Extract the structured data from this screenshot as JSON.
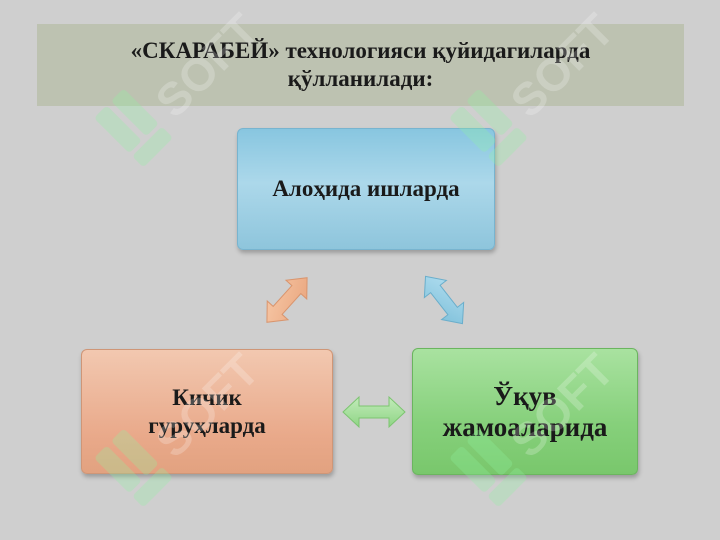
{
  "title": {
    "line1": "«СКАРАБЕЙ» технологияси қуйидагиларда",
    "line2": "қўлланилади:"
  },
  "nodes": {
    "top": {
      "text": "Алоҳида ишларда"
    },
    "left": {
      "line1": "Кичик",
      "line2": "гуруҳларда"
    },
    "right": {
      "line1": "Ўқув",
      "line2": "жамоаларида"
    }
  },
  "watermark": {
    "text": "SOFT"
  },
  "colors": {
    "background": "#cfcfcf",
    "title_bar": "#bdc2b1",
    "top_node": "#a9d5e8",
    "left_node": "#e9ac8e",
    "right_node": "#8fd585",
    "arrow_orange": "#f2b48c",
    "arrow_blue": "#8ccbe3",
    "arrow_green": "#a2dc98"
  }
}
